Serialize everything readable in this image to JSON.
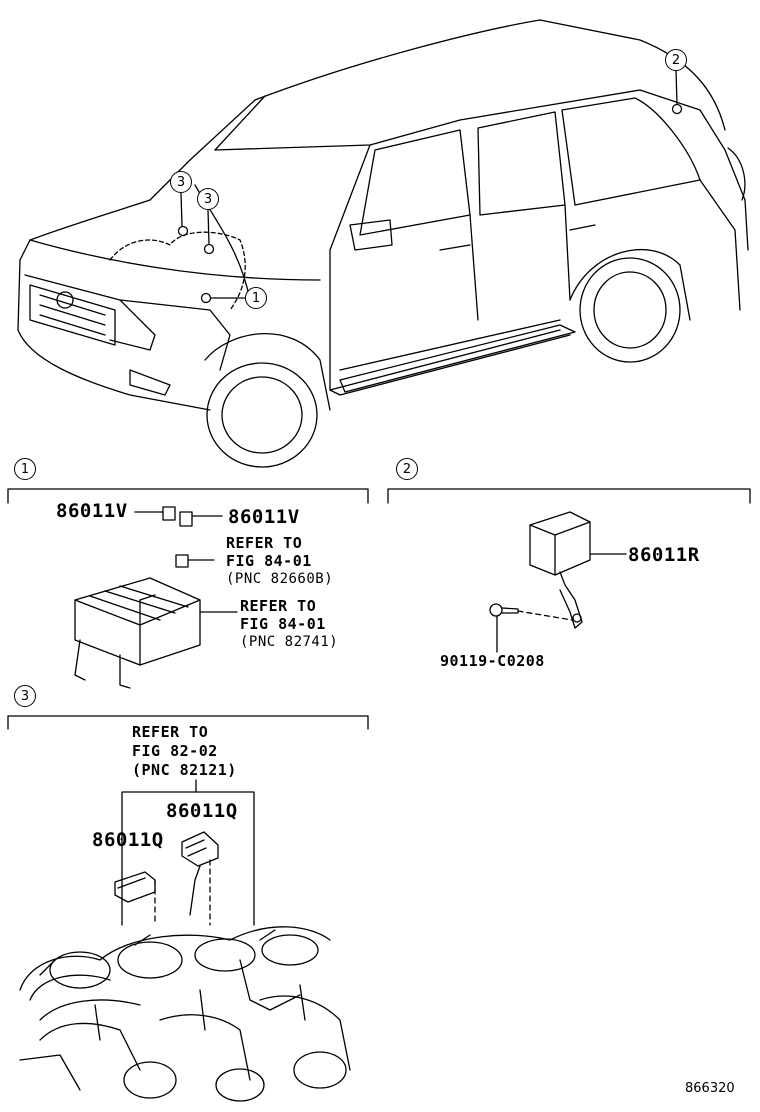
{
  "callouts": {
    "vehicle_1": "1",
    "vehicle_2": "2",
    "vehicle_3a": "3",
    "vehicle_3b": "3",
    "section_1": "1",
    "section_2": "2",
    "section_3": "3"
  },
  "section1": {
    "part_left": "86011V",
    "part_right": "86011V",
    "ref_a": {
      "line1": "REFER TO",
      "line2": "FIG 84-01",
      "line3": "(PNC 82660B)"
    },
    "ref_b": {
      "line1": "REFER TO",
      "line2": "FIG 84-01",
      "line3": "(PNC 82741)"
    }
  },
  "section2": {
    "part_sensor": "86011R",
    "part_bolt": "90119-C0208"
  },
  "section3": {
    "ref": {
      "line1": "REFER TO",
      "line2": "FIG 82-02",
      "line3": "(PNC 82121)"
    },
    "part_upper": "86011Q",
    "part_lower": "86011Q"
  },
  "figure_number": "866320"
}
